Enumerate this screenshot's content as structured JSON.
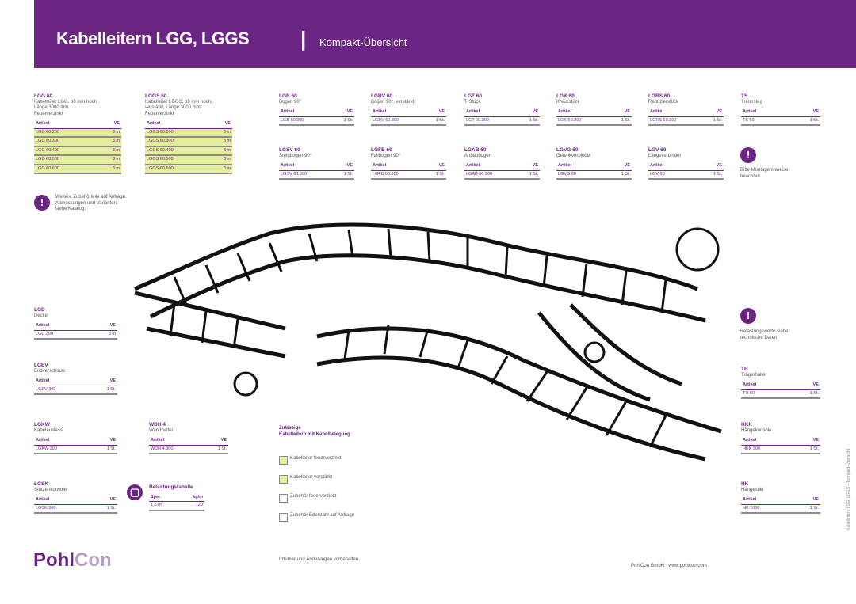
{
  "header": {
    "title": "Kabelleitern LGG, LGGS",
    "separator": "|",
    "subtitle": "Kompakt-Übersicht"
  },
  "colors": {
    "brand": "#6b2582",
    "highlight": "#e4ee9a",
    "rule": "#8c8c8c"
  },
  "products": [
    {
      "code": "LGG 60",
      "desc": [
        "Kabelleiter LGG, 60 mm hoch,",
        "Länge 3000 mm",
        "Feuerverzinkt"
      ],
      "rows": [
        [
          "LGG 60.200",
          "3 m"
        ],
        [
          "LGG 60.300",
          "3 m"
        ],
        [
          "LGG 60.400",
          "3 m"
        ],
        [
          "LGG 60.500",
          "3 m"
        ],
        [
          "LGG 60.600",
          "3 m"
        ]
      ]
    },
    {
      "code": "LGGS 60",
      "desc": [
        "Kabelleiter LGGS, 60 mm hoch,",
        "verstärkt, Länge 3000 mm",
        "Feuerverzinkt"
      ],
      "rows": [
        [
          "LGGS 60.200",
          "3 m"
        ],
        [
          "LGGS 60.300",
          "3 m"
        ],
        [
          "LGGS 60.400",
          "3 m"
        ],
        [
          "LGGS 60.500",
          "3 m"
        ],
        [
          "LGGS 60.600",
          "3 m"
        ]
      ]
    },
    {
      "code": "LGB 60",
      "desc": [
        "Bogen 90°"
      ],
      "rows": [
        [
          "LGB 60.300",
          "1 St."
        ]
      ]
    },
    {
      "code": "LGBV 60",
      "desc": [
        "Bogen 90°, verstärkt"
      ],
      "rows": [
        [
          "LGBV 60.300",
          "1 St."
        ]
      ]
    },
    {
      "code": "LGT 60",
      "desc": [
        "T-Stück"
      ],
      "rows": [
        [
          "LGT 60.300",
          "1 St."
        ]
      ]
    },
    {
      "code": "LGK 60",
      "desc": [
        "Kreuzstück"
      ],
      "rows": [
        [
          "LGK 60.300",
          "1 St."
        ]
      ]
    },
    {
      "code": "LGRS 60",
      "desc": [
        "Reduzierstück"
      ],
      "rows": [
        [
          "LGRS 60.300",
          "1 St."
        ]
      ]
    },
    {
      "code": "TS",
      "desc": [
        "Trennsteg"
      ],
      "rows": [
        [
          "TS 60",
          "1 St."
        ]
      ]
    },
    {
      "code": "LGSV 60",
      "desc": [
        "Steigbogen 90°"
      ],
      "rows": [
        [
          "LGSV 60.300",
          "1 St."
        ]
      ]
    },
    {
      "code": "LGFB 60",
      "desc": [
        "Fallbogen 90°"
      ],
      "rows": [
        [
          "LGFB 60.300",
          "1 St."
        ]
      ]
    },
    {
      "code": "LGAB 60",
      "desc": [
        "Anbaubogen"
      ],
      "rows": [
        [
          "LGAB 60.300",
          "1 St."
        ]
      ]
    },
    {
      "code": "LGVG 60",
      "desc": [
        "Gelenkverbinder"
      ],
      "rows": [
        [
          "LGVG 60",
          "1 St."
        ]
      ]
    },
    {
      "code": "LGV 60",
      "desc": [
        "Längsverbinder"
      ],
      "rows": [
        [
          "LGV 60",
          "1 St."
        ]
      ]
    },
    {
      "code": "LGD",
      "desc": [
        "Deckel"
      ],
      "rows": [
        [
          "LGD 300",
          "3 m"
        ]
      ]
    },
    {
      "code": "LGEV",
      "desc": [
        "Endverschluss"
      ],
      "rows": [
        [
          "LGEV 300",
          "1 St."
        ]
      ]
    },
    {
      "code": "LGKW",
      "desc": [
        "Kabelauslass"
      ],
      "rows": [
        [
          "LGKW 300",
          "1 St."
        ]
      ]
    },
    {
      "code": "LGSK",
      "desc": [
        "Stützenkonsole"
      ],
      "rows": [
        [
          "LGSK 300",
          "1 St."
        ]
      ]
    },
    {
      "code": "WDH 4",
      "desc": [
        "Wandhalter"
      ],
      "rows": [
        [
          "WDH 4.300",
          "1 St."
        ]
      ]
    },
    {
      "code": "TH",
      "desc": [
        "Trägerhalter"
      ],
      "rows": [
        [
          "TH 60",
          "1 St."
        ]
      ]
    },
    {
      "code": "HKK",
      "desc": [
        "Hängekonsole"
      ],
      "rows": [
        [
          "HKK 300",
          "1 St."
        ]
      ]
    },
    {
      "code": "HK",
      "desc": [
        "Hängestiel"
      ],
      "rows": [
        [
          "HK 1000",
          "1 St."
        ]
      ]
    }
  ],
  "table_headers": {
    "article": "Artikel",
    "unit": "VE"
  },
  "notes": [
    {
      "icon": "!",
      "text": [
        "Weitere Zubehörteile auf Anfrage.",
        "Abmessungen und Varianten",
        "siehe Katalog."
      ]
    },
    {
      "icon": "!",
      "text": [
        "Bitte Montagehinweise",
        "beachten."
      ]
    },
    {
      "icon": "!",
      "text": [
        "Belastungswerte siehe",
        "technische Daten."
      ]
    }
  ],
  "small_table": {
    "title": [
      "Belastungstabelle"
    ],
    "headers": [
      "Spw.",
      "kg/m"
    ],
    "rows": [
      [
        "1,5 m",
        "120"
      ]
    ]
  },
  "legend": {
    "title": [
      "Zulässige",
      "Kabelleitern mit Kabelbelegung"
    ],
    "items": [
      {
        "color": "#e4ee9a",
        "text": [
          "Kabelleiter feuerverzinkt"
        ]
      },
      {
        "color": "#e4ee9a",
        "text": [
          "Kabelleiter verstärkt"
        ]
      },
      {
        "color": "#ffffff",
        "text": [
          "Zubehör feuerverzinkt"
        ]
      },
      {
        "color": "#ffffff",
        "text": [
          "Zubehör Edelstahl auf Anfrage"
        ]
      }
    ]
  },
  "logo": {
    "main": "Pohl",
    "accent": "Con"
  },
  "footer": {
    "mid": [
      "Irrtümer und Änderungen vorbehalten."
    ],
    "right": "PohlCon GmbH · www.pohlcon.com"
  },
  "side_text": "Kabelleitern LGG, LGGS – Kompakt-Übersicht"
}
